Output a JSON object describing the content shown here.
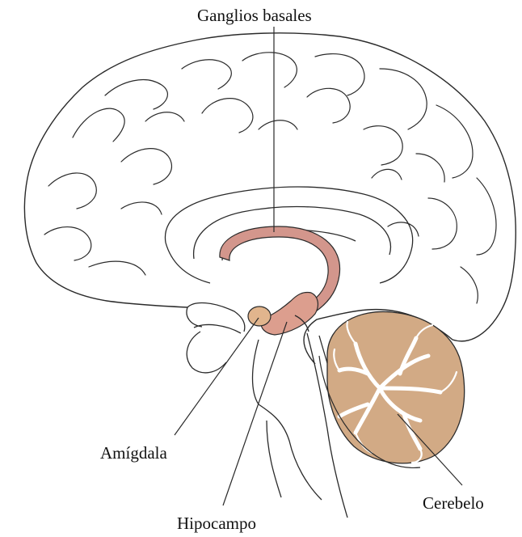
{
  "labels": {
    "basal_ganglia": "Ganglios basales",
    "amygdala": "Amígdala",
    "hippocampus": "Hipocampo",
    "cerebellum": "Cerebelo"
  },
  "colors": {
    "outline": "#2a2a2a",
    "basal_ganglia_fill": "#d3968c",
    "amygdala_fill": "#e1b58d",
    "hippocampus_fill": "#dc9e8e",
    "cerebellum_fill": "#d2aa85",
    "background": "#ffffff"
  }
}
